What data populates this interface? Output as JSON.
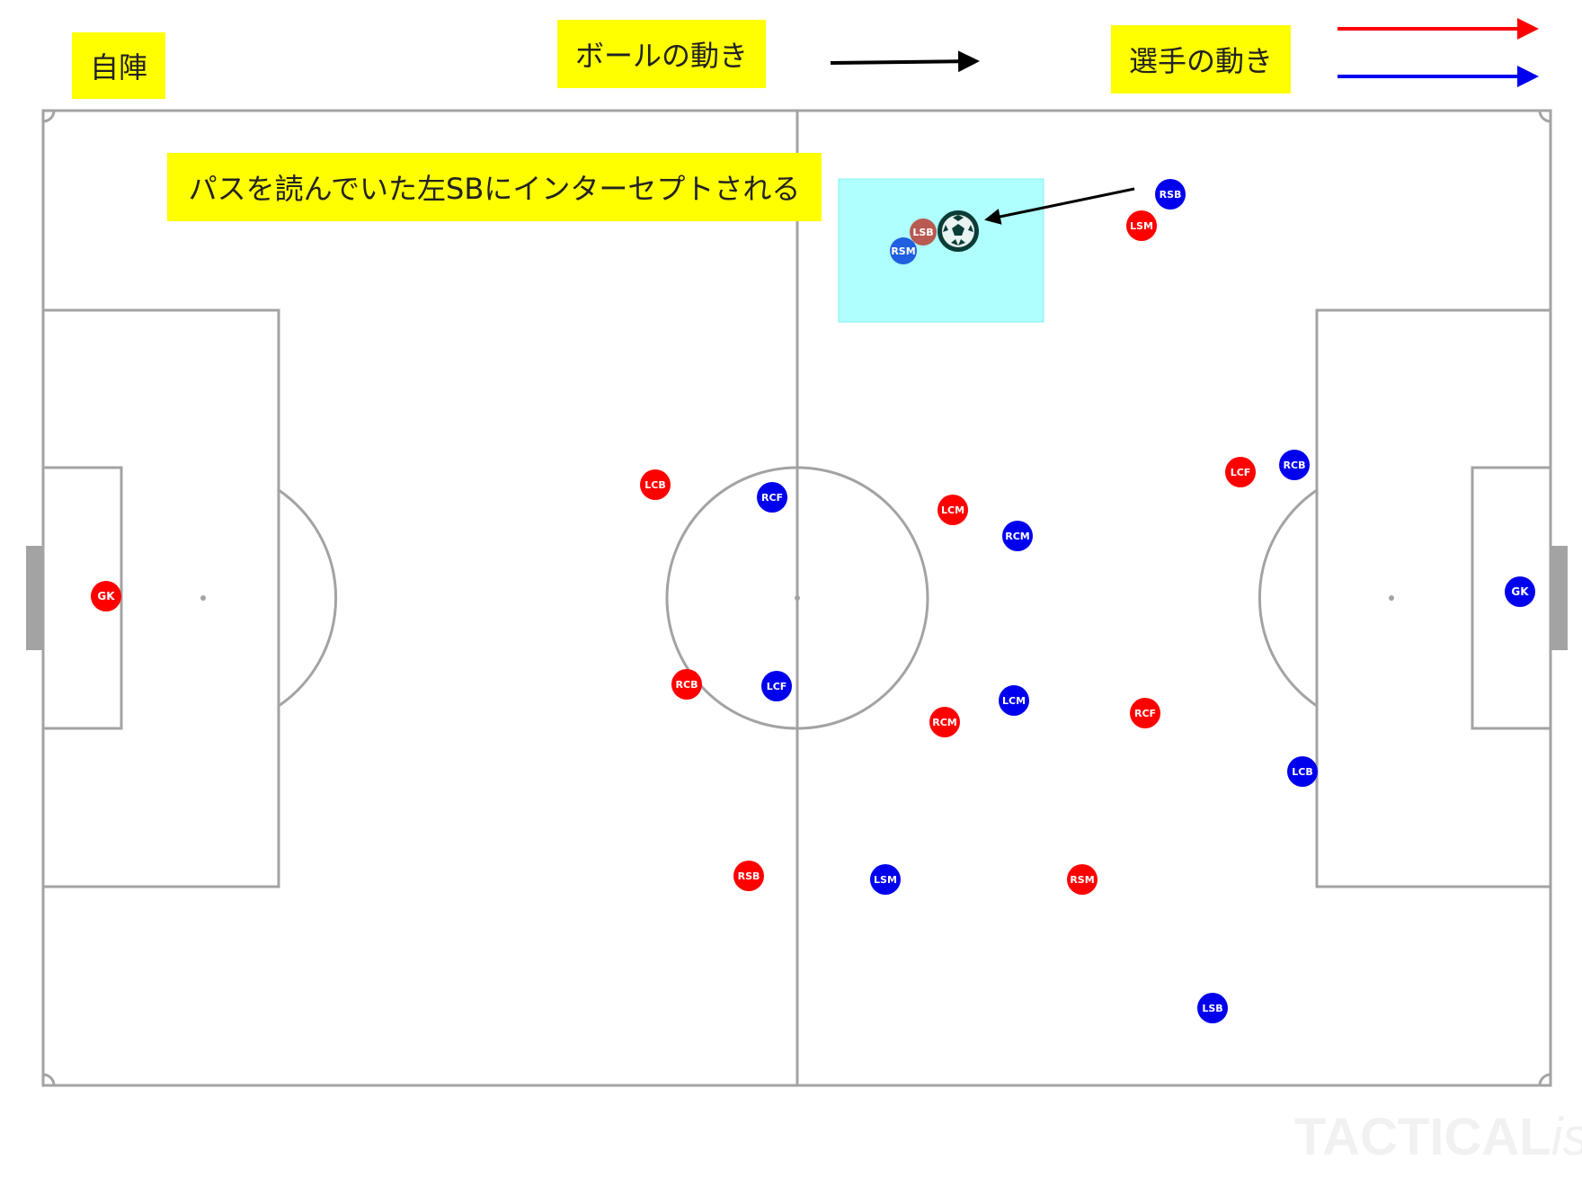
{
  "labels": {
    "own_half": "自陣",
    "ball_movement": "ボールの動き",
    "player_movement": "選手の動き",
    "annotation": "パスを読んでいた左SBにインターセプトされる"
  },
  "watermark": {
    "prefix": "TACTICAL",
    "suffix": "ista"
  },
  "colors": {
    "red_team": "#ff0000",
    "blue_team": "#0000ee",
    "highlight_zone": "#aefffd",
    "lines": "#a3a3a3",
    "label_bg": "#ffff00"
  },
  "icons": {
    "ball": "soccer-ball-icon"
  },
  "legend": {
    "ball_arrow_color": "#000000",
    "player_arrow_colors": [
      "#ff0000",
      "#0000ee"
    ]
  },
  "players": {
    "red": [
      {
        "role": "GK"
      },
      {
        "role": "LCB"
      },
      {
        "role": "RCB"
      },
      {
        "role": "RSB"
      },
      {
        "role": "LCM"
      },
      {
        "role": "RCM"
      },
      {
        "role": "LCF"
      },
      {
        "role": "RCF"
      },
      {
        "role": "LSM"
      },
      {
        "role": "RSM"
      },
      {
        "role": "LSB"
      }
    ],
    "blue": [
      {
        "role": "GK"
      },
      {
        "role": "RCB"
      },
      {
        "role": "LCB"
      },
      {
        "role": "RCM"
      },
      {
        "role": "LCM"
      },
      {
        "role": "RCF"
      },
      {
        "role": "LCF"
      },
      {
        "role": "RSB"
      },
      {
        "role": "LSB"
      },
      {
        "role": "LSM"
      },
      {
        "role": "RSM"
      }
    ]
  }
}
